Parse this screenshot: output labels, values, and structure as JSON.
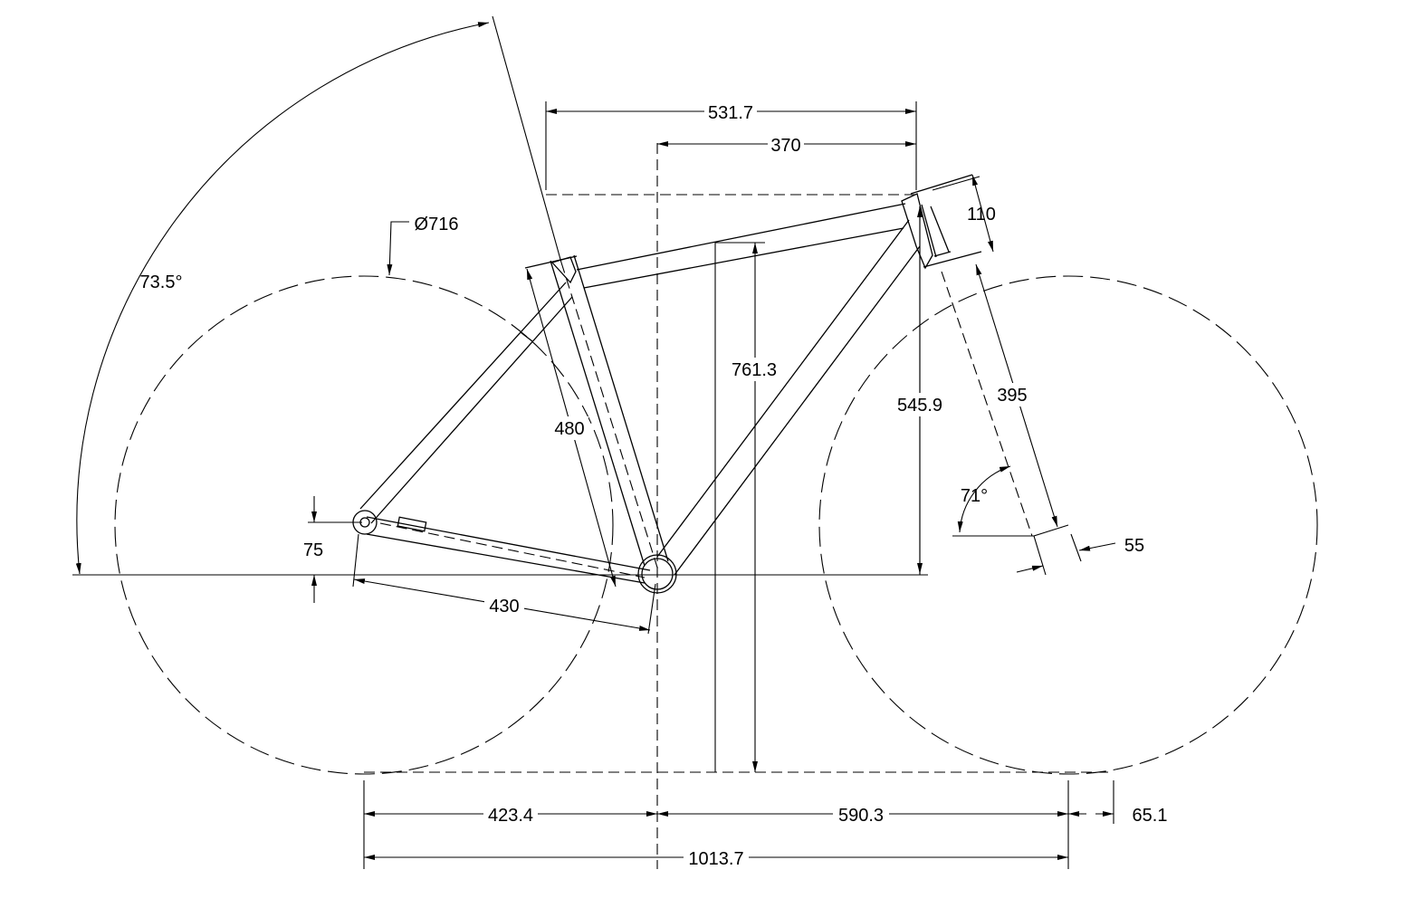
{
  "drawing": {
    "dimensions": {
      "reach_top": "531.7",
      "stack_offset": "370",
      "head_tube_length": "110",
      "wheel_diameter": "Ø716",
      "seat_angle": "73.5°",
      "stack_height": "761.3",
      "seat_tube_length": "480",
      "head_height": "545.9",
      "fork_length": "395",
      "head_angle": "71°",
      "fork_offset": "55",
      "bb_drop": "75",
      "chainstay_length": "430",
      "rear_center": "423.4",
      "front_center": "590.3",
      "trail": "65.1",
      "wheelbase": "1013.7"
    }
  }
}
